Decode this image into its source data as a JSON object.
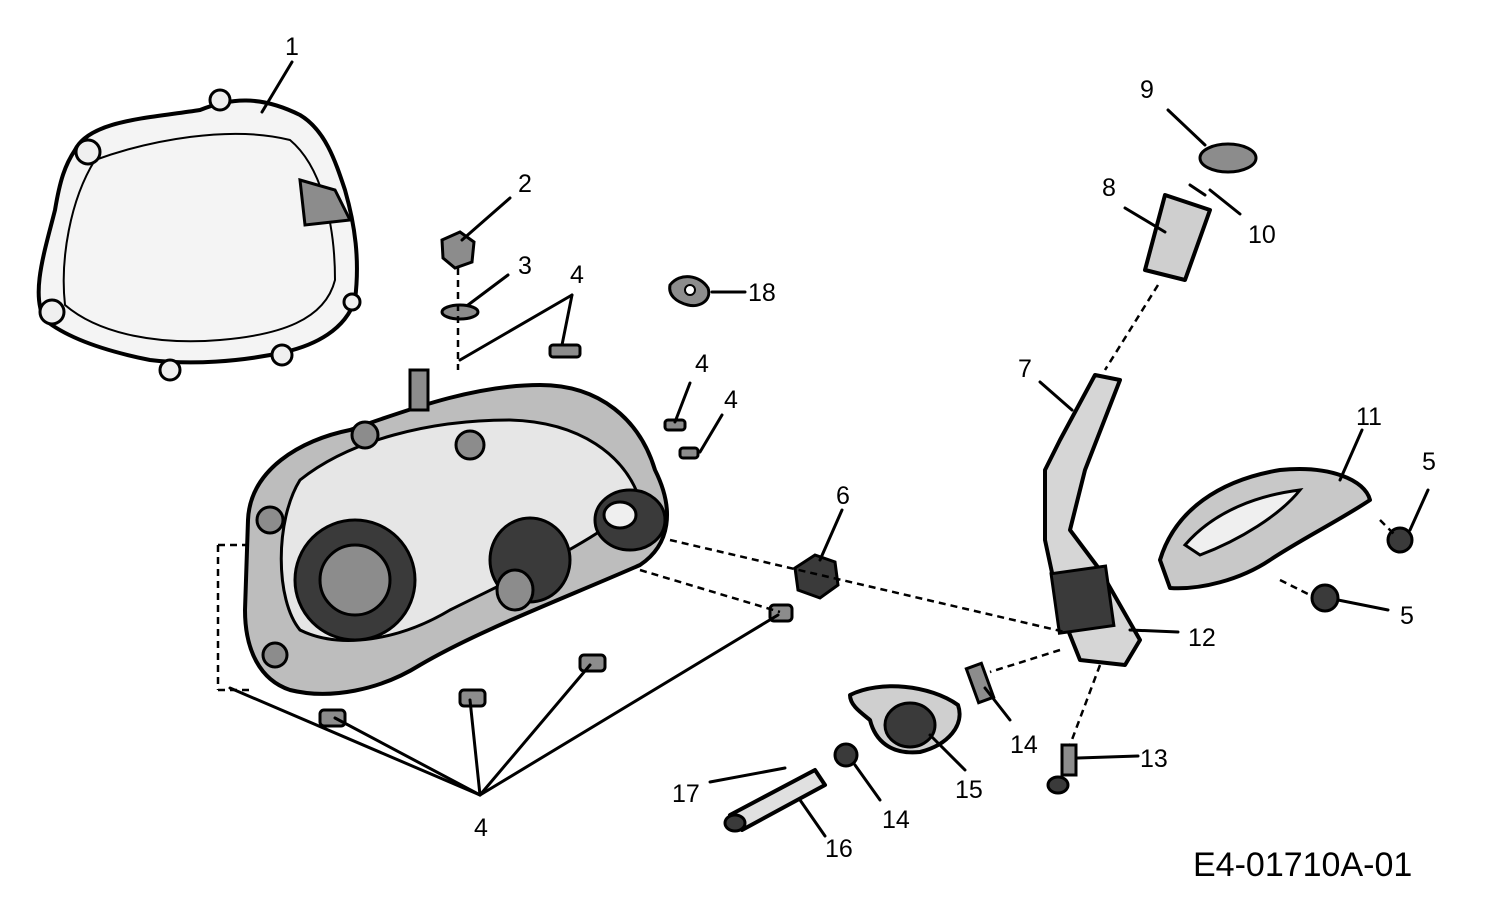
{
  "diagram": {
    "labels": {
      "l1": "1",
      "l2": "2",
      "l3": "3",
      "l4a": "4",
      "l4b": "4",
      "l4c": "4",
      "l4d": "4",
      "l5a": "5",
      "l5b": "5",
      "l6": "6",
      "l7": "7",
      "l8": "8",
      "l9": "9",
      "l10": "10",
      "l11": "11",
      "l12": "12",
      "l13": "13",
      "l14a": "14",
      "l14b": "14",
      "l15": "15",
      "l16": "16",
      "l17": "17",
      "l18": "18"
    },
    "drawing_code": "E4-01710A-01"
  }
}
